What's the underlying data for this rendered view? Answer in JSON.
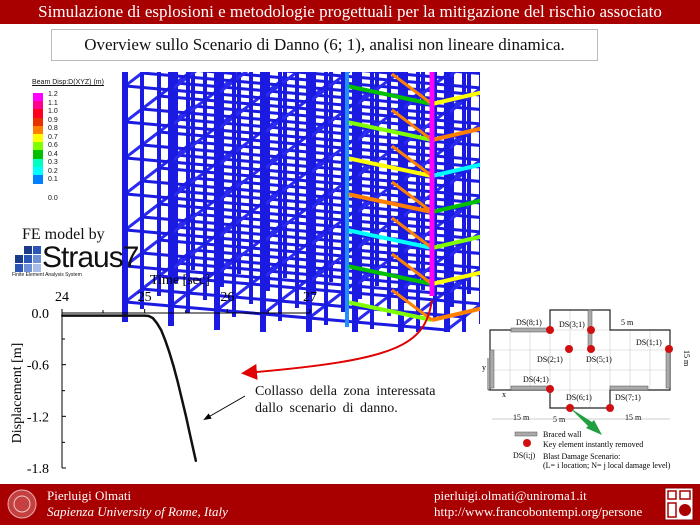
{
  "header": {
    "title": "Simulazione di esplosioni e metodologie progettuali per la mitigazione del rischio associato",
    "subtitle": "Overview sullo Scenario di Danno (6; 1), analisi non lineare dinamica."
  },
  "legend": {
    "title": "Beam Disp:D(XYZ) (m)",
    "items": [
      {
        "label": "1.2",
        "color": "#ff00ff"
      },
      {
        "label": "1.1",
        "color": "#ff0090"
      },
      {
        "label": "1.0",
        "color": "#ff0020"
      },
      {
        "label": "0.9",
        "color": "#e83000"
      },
      {
        "label": "0.8",
        "color": "#ff8000"
      },
      {
        "label": "0.7",
        "color": "#ffff00"
      },
      {
        "label": "0.6",
        "color": "#80ff00"
      },
      {
        "label": "0.4",
        "color": "#00c000"
      },
      {
        "label": "0.3",
        "color": "#00ffc0"
      },
      {
        "label": "0.2",
        "color": "#00ffff"
      },
      {
        "label": "0.1",
        "color": "#0080ff"
      },
      {
        "label": "0.0",
        "color": "#0000ee"
      }
    ]
  },
  "fe_model": {
    "label": "FE model by",
    "brand": "Straus7",
    "brand_sub": "Finite Element Analysis System"
  },
  "chart_data": {
    "type": "line",
    "xlabel": "Time [sec]",
    "ylabel": "Displacement [m]",
    "xlim": [
      24,
      27
    ],
    "ylim": [
      -1.8,
      0
    ],
    "xticks": [
      "24",
      "25",
      "26",
      "27"
    ],
    "yticks": [
      "0.0",
      "-0.6",
      "-1.2",
      "-1.8"
    ],
    "x": [
      24,
      24.5,
      25,
      25.05,
      25.1,
      25.15,
      25.2,
      25.25,
      25.3,
      25.35,
      25.4,
      25.45,
      25.5,
      25.55,
      25.62
    ],
    "y": [
      -0.03,
      -0.03,
      -0.03,
      -0.035,
      -0.06,
      -0.12,
      -0.2,
      -0.32,
      -0.46,
      -0.62,
      -0.8,
      -1.0,
      -1.2,
      -1.42,
      -1.72
    ]
  },
  "annotation": {
    "line1": "Collasso della zona interessata",
    "line2": "dallo scenario di danno."
  },
  "plan": {
    "scenarios": [
      "DS(8;1)",
      "DS(3;1)",
      "DS(1;1)",
      "DS(2;1)",
      "DS(5;1)",
      "DS(4;1)",
      "DS(6;1)",
      "DS(7;1)"
    ],
    "dim_5m": "5 m",
    "dim_15m_right": "15 m",
    "dim_left": "15 m",
    "dim_mid": "5 m",
    "dim_right": "15 m",
    "axis_x": "x",
    "axis_y": "y",
    "key_braced": "Braced wall",
    "key_removed": "Key element instantly removed",
    "key_ds": "DS(i;j)",
    "key_blast1": "Blast Damage Scenario:",
    "key_blast2": "(L= i location; N= j local damage level)"
  },
  "footer": {
    "name": "Pierluigi  Olmati",
    "affiliation": "Sapienza University of Rome, Italy",
    "email": "pierluigi.olmati@uniroma1.it",
    "url": "http://www.francobontempi.org/persone"
  }
}
